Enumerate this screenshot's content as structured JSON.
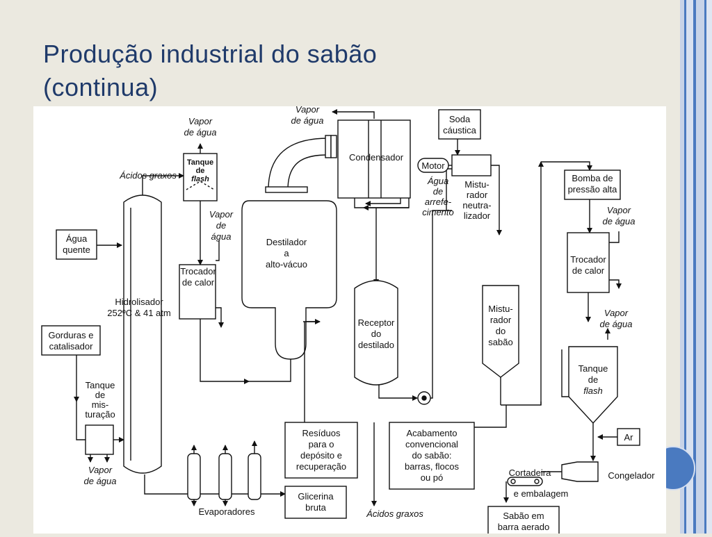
{
  "slide": {
    "title_line1": "Produção industrial do sabão",
    "title_line2": "(continua)"
  },
  "diagram": {
    "nodes": {
      "agua_quente": [
        "Água",
        "quente"
      ],
      "gorduras": [
        "Gorduras e",
        "catalisador"
      ],
      "tanque_mistura": [
        "Tanque",
        "de",
        "mis-",
        "turação"
      ],
      "vapor_agua_bl": [
        "Vapor",
        "de água"
      ],
      "hidrolisador": [
        "Hidrolisador",
        "252ºC & 41 atm"
      ],
      "acidos_graxos_top": "Ácidos graxos",
      "vapor_tanque_flash": [
        "Vapor",
        "de água"
      ],
      "tanque_flash_small": [
        "Tanque",
        "de",
        "flash"
      ],
      "vapor_trocador": [
        "Vapor",
        "de",
        "água"
      ],
      "trocador_left": [
        "Trocador",
        "de calor"
      ],
      "destilador": [
        "Destilador",
        "a",
        "alto-vácuo"
      ],
      "vapor_condensador": [
        "Vapor",
        "de água"
      ],
      "condensador": "Condensador",
      "receptor": [
        "Receptor",
        "do",
        "destilado"
      ],
      "residuos": [
        "Resíduos",
        "para o",
        "depósito e",
        "recuperação"
      ],
      "evaporadores": "Evaporadores",
      "glicerina": [
        "Glicerina",
        "bruta"
      ],
      "acidos_graxos_bottom": "Ácidos graxos",
      "soda": [
        "Soda",
        "cáustica"
      ],
      "motor": "Motor",
      "agua_arrefecimento": [
        "Água",
        "de",
        "arrefe-",
        "cimento"
      ],
      "misturador_neutralizador": [
        "Mistu-",
        "rador",
        "neutra-",
        "lizador"
      ],
      "misturador_sabao": [
        "Mistu-",
        "rador",
        "do",
        "sabão"
      ],
      "acabamento": [
        "Acabamento",
        "convencional",
        "do sabão:",
        "barras, flocos",
        "ou pó"
      ],
      "bomba": [
        "Bomba de",
        "pressão alta"
      ],
      "vapor_bomba": [
        "Vapor",
        "de água"
      ],
      "trocador_right": [
        "Trocador",
        "de calor"
      ],
      "vapor_right": [
        "Vapor",
        "de água"
      ],
      "tanque_flash_big": [
        "Tanque",
        "de",
        "flash"
      ],
      "ar": "Ar",
      "congelador": "Congelador",
      "cortadeira": [
        "Cortadeira",
        "e embalagem"
      ],
      "sabao_barra": [
        "Sabão em",
        "barra aerado"
      ]
    }
  }
}
